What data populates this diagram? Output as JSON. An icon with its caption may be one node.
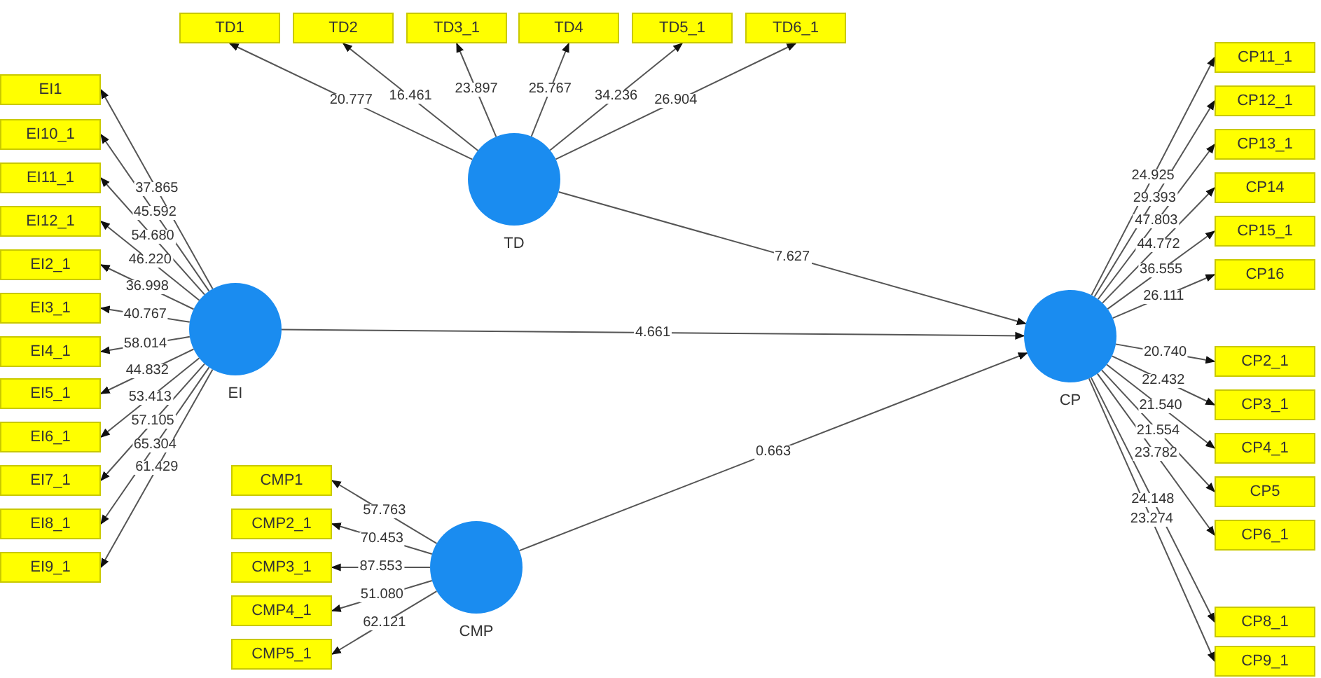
{
  "diagram": {
    "nodes": [
      {
        "text": [
          "TD1"
        ]
      },
      {
        "text": [
          "TD2"
        ]
      },
      {
        "text": [
          "TD3_1"
        ]
      },
      {
        "text": [
          "TD4"
        ]
      },
      {
        "text": [
          "TD5_1"
        ]
      },
      {
        "text": [
          "TD6_1"
        ]
      },
      {
        "text": [
          "TD"
        ]
      },
      {
        "text": [
          "EI1"
        ]
      },
      {
        "text": [
          "EI10_1"
        ]
      },
      {
        "text": [
          "EI11_1"
        ]
      },
      {
        "text": [
          "EI12_1"
        ]
      },
      {
        "text": [
          "EI2_1"
        ]
      },
      {
        "text": [
          "EI3_1"
        ]
      },
      {
        "text": [
          "EI4_1"
        ]
      },
      {
        "text": [
          "EI5_1"
        ]
      },
      {
        "text": [
          "EI6_1"
        ]
      },
      {
        "text": [
          "EI7_1"
        ]
      },
      {
        "text": [
          "EI8_1"
        ]
      },
      {
        "text": [
          "EI9_1"
        ]
      },
      {
        "text": [
          "EI"
        ]
      },
      {
        "text": [
          "CMP1"
        ]
      },
      {
        "text": [
          "CMP2_1"
        ]
      },
      {
        "text": [
          "CMP3_1"
        ]
      },
      {
        "text": [
          "CMP4_1"
        ]
      },
      {
        "text": [
          "CMP5_1"
        ]
      },
      {
        "text": [
          "CMP"
        ]
      },
      {
        "text": [
          "CP"
        ]
      },
      {
        "text": [
          "CP11_1"
        ]
      },
      {
        "text": [
          "CP12_1"
        ]
      },
      {
        "text": [
          "CP13_1"
        ]
      },
      {
        "text": [
          "CP14"
        ]
      },
      {
        "text": [
          "CP15_1"
        ]
      },
      {
        "text": [
          "CP16"
        ]
      },
      {
        "text": [
          "CP2_1"
        ]
      },
      {
        "text": [
          "CP3_1"
        ]
      },
      {
        "text": [
          "CP4_1"
        ]
      },
      {
        "text": [
          "CP5"
        ]
      },
      {
        "text": [
          "CP6_1"
        ]
      },
      {
        "text": [
          "CP8_1"
        ]
      },
      {
        "text": [
          "CP9_1"
        ]
      }
    ],
    "edges": [
      {
        "from": 6,
        "to": 0,
        "arrow": "to",
        "label": "20.777"
      },
      {
        "from": 6,
        "to": 1,
        "arrow": "to",
        "label": "16.461"
      },
      {
        "from": 6,
        "to": 2,
        "arrow": "to",
        "label": "23.897"
      },
      {
        "from": 6,
        "to": 3,
        "arrow": "to",
        "label": "25.767"
      },
      {
        "from": 6,
        "to": 4,
        "arrow": "to",
        "label": "34.236"
      },
      {
        "from": 6,
        "to": 5,
        "arrow": "to",
        "label": "26.904"
      },
      {
        "from": 19,
        "to": 7,
        "arrow": "to",
        "label": "37.865"
      },
      {
        "from": 19,
        "to": 8,
        "arrow": "to",
        "label": "45.592"
      },
      {
        "from": 19,
        "to": 9,
        "arrow": "to",
        "label": "54.680"
      },
      {
        "from": 19,
        "to": 10,
        "arrow": "to",
        "label": "46.220"
      },
      {
        "from": 19,
        "to": 11,
        "arrow": "to",
        "label": "36.998"
      },
      {
        "from": 19,
        "to": 12,
        "arrow": "to",
        "label": "40.767"
      },
      {
        "from": 19,
        "to": 13,
        "arrow": "to",
        "label": "58.014"
      },
      {
        "from": 19,
        "to": 14,
        "arrow": "to",
        "label": "44.832"
      },
      {
        "from": 19,
        "to": 15,
        "arrow": "to",
        "label": "53.413"
      },
      {
        "from": 19,
        "to": 16,
        "arrow": "to",
        "label": "57.105"
      },
      {
        "from": 19,
        "to": 17,
        "arrow": "to",
        "label": "65.304"
      },
      {
        "from": 19,
        "to": 18,
        "arrow": "to",
        "label": "61.429"
      },
      {
        "from": 25,
        "to": 20,
        "arrow": "to",
        "label": "57.763"
      },
      {
        "from": 25,
        "to": 21,
        "arrow": "to",
        "label": "70.453"
      },
      {
        "from": 25,
        "to": 22,
        "arrow": "to",
        "label": "87.553"
      },
      {
        "from": 25,
        "to": 23,
        "arrow": "to",
        "label": "51.080"
      },
      {
        "from": 25,
        "to": 24,
        "arrow": "to",
        "label": "62.121"
      },
      {
        "from": 26,
        "to": 27,
        "arrow": "to",
        "label": "24.925"
      },
      {
        "from": 26,
        "to": 28,
        "arrow": "to",
        "label": "29.393"
      },
      {
        "from": 26,
        "to": 29,
        "arrow": "to",
        "label": "47.803"
      },
      {
        "from": 26,
        "to": 30,
        "arrow": "to",
        "label": "44.772"
      },
      {
        "from": 26,
        "to": 31,
        "arrow": "to",
        "label": "36.555"
      },
      {
        "from": 26,
        "to": 32,
        "arrow": "to",
        "label": "26.111"
      },
      {
        "from": 26,
        "to": 33,
        "arrow": "to",
        "label": "20.740"
      },
      {
        "from": 26,
        "to": 34,
        "arrow": "to",
        "label": "22.432"
      },
      {
        "from": 26,
        "to": 35,
        "arrow": "to",
        "label": "21.540"
      },
      {
        "from": 26,
        "to": 36,
        "arrow": "to",
        "label": "21.554"
      },
      {
        "from": 26,
        "to": 37,
        "arrow": "to",
        "label": "23.782"
      },
      {
        "from": 26,
        "to": 38,
        "arrow": "to",
        "label": "24.148"
      },
      {
        "from": 26,
        "to": 39,
        "arrow": "to",
        "label": "23.274"
      },
      {
        "from": 6,
        "to": 26,
        "arrow": "to",
        "label": "7.627"
      },
      {
        "from": 19,
        "to": 26,
        "arrow": "to",
        "label": "4.661"
      },
      {
        "from": 25,
        "to": 26,
        "arrow": "to",
        "label": "0.663"
      }
    ]
  }
}
